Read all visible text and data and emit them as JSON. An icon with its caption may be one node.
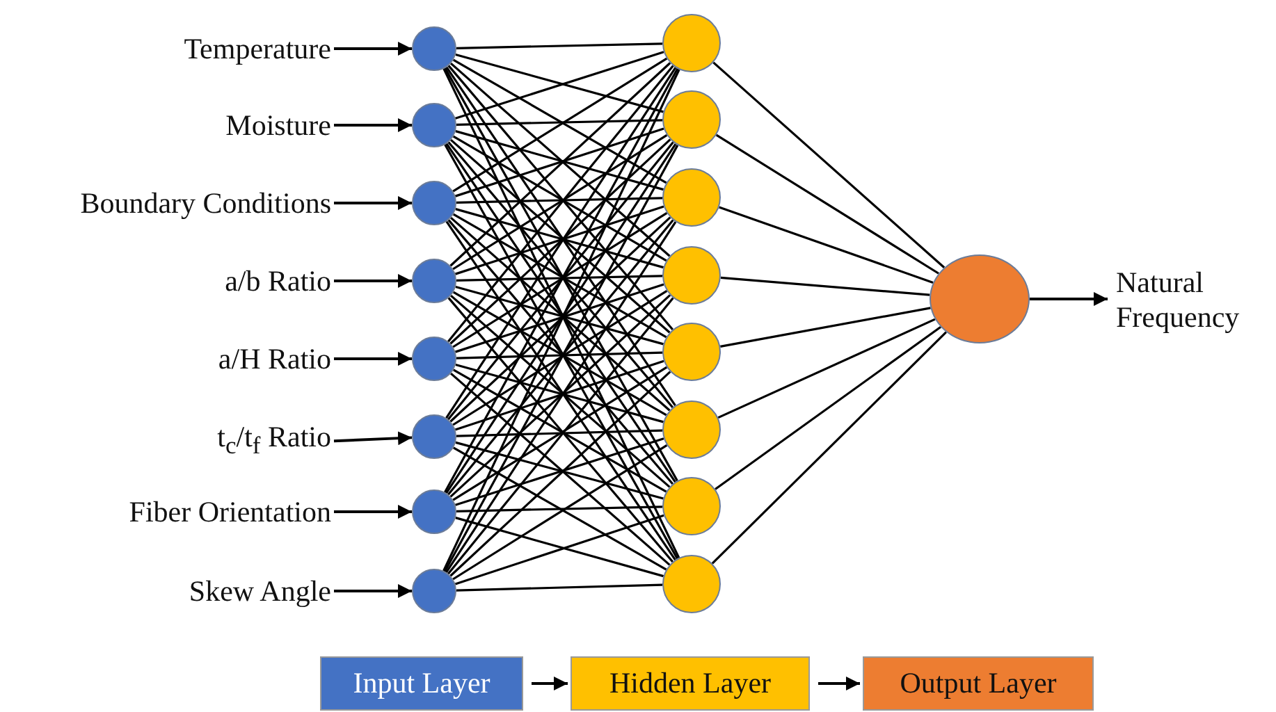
{
  "diagram": {
    "nodes": [
      {
        "text": [
          "Temperature"
        ]
      },
      {
        "text": [
          "Moisture"
        ]
      },
      {
        "text": [
          "Boundary Conditions"
        ]
      },
      {
        "text": [
          "a/b Ratio"
        ]
      },
      {
        "text": [
          "a/H Ratio"
        ]
      },
      {
        "text": [
          "t$_{c}$/t$_{f}$ Ratio"
        ]
      },
      {
        "text": [
          "Fiber Orientation"
        ]
      },
      {
        "text": [
          "Skew Angle"
        ]
      },
      {
        "text": [],
        "shape": "circle"
      },
      {
        "text": [],
        "shape": "circle"
      },
      {
        "text": [],
        "shape": "circle"
      },
      {
        "text": [],
        "shape": "circle"
      },
      {
        "text": [],
        "shape": "circle"
      },
      {
        "text": [],
        "shape": "circle"
      },
      {
        "text": [],
        "shape": "circle"
      },
      {
        "text": [],
        "shape": "circle"
      },
      {
        "text": [],
        "shape": "circle"
      },
      {
        "text": [],
        "shape": "circle"
      },
      {
        "text": [],
        "shape": "circle"
      },
      {
        "text": [],
        "shape": "circle"
      },
      {
        "text": [],
        "shape": "circle"
      },
      {
        "text": [],
        "shape": "circle"
      },
      {
        "text": [],
        "shape": "circle"
      },
      {
        "text": [],
        "shape": "circle"
      },
      {
        "text": [],
        "shape": "circle"
      },
      {
        "text": [
          "Natural Frequency"
        ]
      },
      {
        "text": [
          "Input Layer"
        ]
      },
      {
        "text": [
          "Hidden Layer"
        ]
      },
      {
        "text": [
          "Output Layer"
        ]
      }
    ],
    "edges": [
      {
        "from": 0,
        "to": 8,
        "arrow": "to"
      },
      {
        "from": 1,
        "to": 9,
        "arrow": "to"
      },
      {
        "from": 2,
        "to": 10,
        "arrow": "to"
      },
      {
        "from": 3,
        "to": 11,
        "arrow": "to"
      },
      {
        "from": 4,
        "to": 12,
        "arrow": "to"
      },
      {
        "from": 5,
        "to": 13,
        "arrow": "to"
      },
      {
        "from": 6,
        "to": 14,
        "arrow": "to"
      },
      {
        "from": 7,
        "to": 15,
        "arrow": "to"
      },
      {
        "from": 8,
        "to": 16,
        "arrow": "none"
      },
      {
        "from": 8,
        "to": 17,
        "arrow": "none"
      },
      {
        "from": 8,
        "to": 18,
        "arrow": "none"
      },
      {
        "from": 8,
        "to": 19,
        "arrow": "none"
      },
      {
        "from": 8,
        "to": 20,
        "arrow": "none"
      },
      {
        "from": 8,
        "to": 21,
        "arrow": "none"
      },
      {
        "from": 8,
        "to": 22,
        "arrow": "none"
      },
      {
        "from": 8,
        "to": 23,
        "arrow": "none"
      },
      {
        "from": 9,
        "to": 16,
        "arrow": "none"
      },
      {
        "from": 9,
        "to": 17,
        "arrow": "none"
      },
      {
        "from": 9,
        "to": 18,
        "arrow": "none"
      },
      {
        "from": 9,
        "to": 19,
        "arrow": "none"
      },
      {
        "from": 9,
        "to": 20,
        "arrow": "none"
      },
      {
        "from": 9,
        "to": 21,
        "arrow": "none"
      },
      {
        "from": 9,
        "to": 22,
        "arrow": "none"
      },
      {
        "from": 9,
        "to": 23,
        "arrow": "none"
      },
      {
        "from": 10,
        "to": 16,
        "arrow": "none"
      },
      {
        "from": 10,
        "to": 17,
        "arrow": "none"
      },
      {
        "from": 10,
        "to": 18,
        "arrow": "none"
      },
      {
        "from": 10,
        "to": 19,
        "arrow": "none"
      },
      {
        "from": 10,
        "to": 20,
        "arrow": "none"
      },
      {
        "from": 10,
        "to": 21,
        "arrow": "none"
      },
      {
        "from": 10,
        "to": 22,
        "arrow": "none"
      },
      {
        "from": 10,
        "to": 23,
        "arrow": "none"
      },
      {
        "from": 11,
        "to": 16,
        "arrow": "none"
      },
      {
        "from": 11,
        "to": 17,
        "arrow": "none"
      },
      {
        "from": 11,
        "to": 18,
        "arrow": "none"
      },
      {
        "from": 11,
        "to": 19,
        "arrow": "none"
      },
      {
        "from": 11,
        "to": 20,
        "arrow": "none"
      },
      {
        "from": 11,
        "to": 21,
        "arrow": "none"
      },
      {
        "from": 11,
        "to": 22,
        "arrow": "none"
      },
      {
        "from": 11,
        "to": 23,
        "arrow": "none"
      },
      {
        "from": 12,
        "to": 16,
        "arrow": "none"
      },
      {
        "from": 12,
        "to": 17,
        "arrow": "none"
      },
      {
        "from": 12,
        "to": 18,
        "arrow": "none"
      },
      {
        "from": 12,
        "to": 19,
        "arrow": "none"
      },
      {
        "from": 12,
        "to": 20,
        "arrow": "none"
      },
      {
        "from": 12,
        "to": 21,
        "arrow": "none"
      },
      {
        "from": 12,
        "to": 22,
        "arrow": "none"
      },
      {
        "from": 12,
        "to": 23,
        "arrow": "none"
      },
      {
        "from": 13,
        "to": 16,
        "arrow": "none"
      },
      {
        "from": 13,
        "to": 17,
        "arrow": "none"
      },
      {
        "from": 13,
        "to": 18,
        "arrow": "none"
      },
      {
        "from": 13,
        "to": 19,
        "arrow": "none"
      },
      {
        "from": 13,
        "to": 20,
        "arrow": "none"
      },
      {
        "from": 13,
        "to": 21,
        "arrow": "none"
      },
      {
        "from": 13,
        "to": 22,
        "arrow": "none"
      },
      {
        "from": 13,
        "to": 23,
        "arrow": "none"
      },
      {
        "from": 14,
        "to": 16,
        "arrow": "none"
      },
      {
        "from": 14,
        "to": 17,
        "arrow": "none"
      },
      {
        "from": 14,
        "to": 18,
        "arrow": "none"
      },
      {
        "from": 14,
        "to": 19,
        "arrow": "none"
      },
      {
        "from": 14,
        "to": 20,
        "arrow": "none"
      },
      {
        "from": 14,
        "to": 21,
        "arrow": "none"
      },
      {
        "from": 14,
        "to": 22,
        "arrow": "none"
      },
      {
        "from": 14,
        "to": 23,
        "arrow": "none"
      },
      {
        "from": 15,
        "to": 16,
        "arrow": "none"
      },
      {
        "from": 15,
        "to": 17,
        "arrow": "none"
      },
      {
        "from": 15,
        "to": 18,
        "arrow": "none"
      },
      {
        "from": 15,
        "to": 19,
        "arrow": "none"
      },
      {
        "from": 15,
        "to": 20,
        "arrow": "none"
      },
      {
        "from": 15,
        "to": 21,
        "arrow": "none"
      },
      {
        "from": 15,
        "to": 22,
        "arrow": "none"
      },
      {
        "from": 15,
        "to": 23,
        "arrow": "none"
      },
      {
        "from": 16,
        "to": 24,
        "arrow": "none"
      },
      {
        "from": 17,
        "to": 24,
        "arrow": "none"
      },
      {
        "from": 18,
        "to": 24,
        "arrow": "none"
      },
      {
        "from": 19,
        "to": 24,
        "arrow": "none"
      },
      {
        "from": 20,
        "to": 24,
        "arrow": "none"
      },
      {
        "from": 21,
        "to": 24,
        "arrow": "none"
      },
      {
        "from": 22,
        "to": 24,
        "arrow": "none"
      },
      {
        "from": 23,
        "to": 24,
        "arrow": "none"
      },
      {
        "from": 24,
        "to": 25,
        "arrow": "to"
      },
      {
        "from": 26,
        "to": 27,
        "arrow": "to"
      },
      {
        "from": 27,
        "to": 28,
        "arrow": "to"
      }
    ]
  }
}
